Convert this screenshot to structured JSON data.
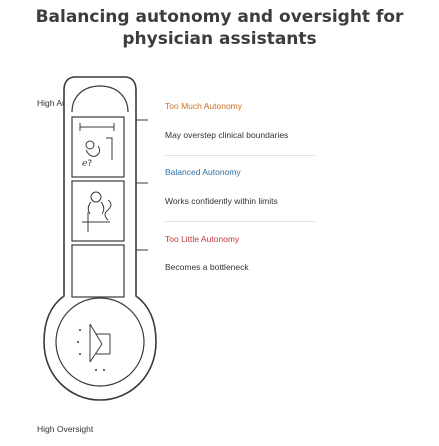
{
  "title": {
    "line1": "Balancing autonomy and oversight for",
    "line2": "physician assistants"
  },
  "axis": {
    "top_label": "High Autonomy",
    "bottom_label": "High Oversight"
  },
  "levels": [
    {
      "label": "Too Much Autonomy",
      "description": "May overstep clinical boundaries",
      "color": "#c9711f",
      "icon": "boundary-exceed-icon"
    },
    {
      "label": "Balanced Autonomy",
      "description": "Works confidently within limits",
      "color": "#2f6fa6",
      "icon": "balance-icon"
    },
    {
      "label": "Too Little Autonomy",
      "description": "Becomes a bottleneck",
      "color": "#c23a3a",
      "icon": "bottleneck-icon"
    }
  ],
  "colors": {
    "outline": "#3a3a3a",
    "title": "#3d3d3d"
  }
}
